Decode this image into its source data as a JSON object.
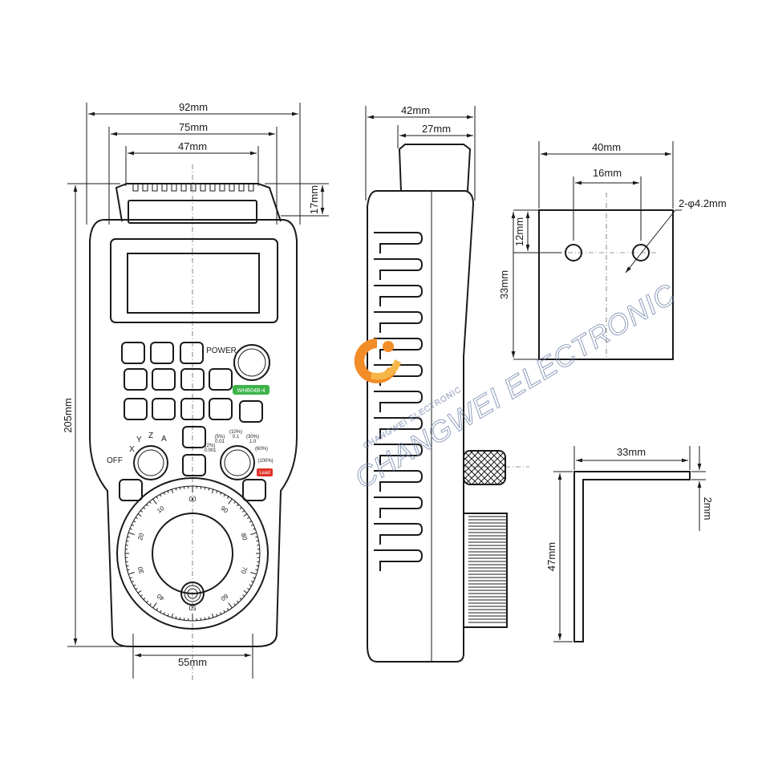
{
  "front_view": {
    "width_overall": "92mm",
    "width_body": "75mm",
    "width_top": "47mm",
    "top_height": "17mm",
    "height": "205mm",
    "wheel_width": "55mm",
    "power_label": "POWER",
    "model_badge": "WHB04B-4",
    "model_badge_color": "#3db34a",
    "axis_labels": [
      "X",
      "Y",
      "Z",
      "A"
    ],
    "off_label": "OFF",
    "step_labels": [
      "(2%)\n0.001",
      "(5%)\n0.01",
      "(10%)\n0.1",
      "(30%)\n1.0",
      "(60%)",
      "(100%)"
    ],
    "lead_badge": "Lead",
    "lead_badge_color": "#e0332b",
    "dial_numbers": [
      "00",
      "10",
      "20",
      "30",
      "40",
      "50",
      "60",
      "70",
      "80",
      "90"
    ]
  },
  "side_view": {
    "depth_overall": "42mm",
    "depth_top": "27mm"
  },
  "bracket_plate": {
    "width": "40mm",
    "hole_spacing": "16mm",
    "hole_spec": "2-φ4.2mm",
    "hole_offset": "12mm",
    "height": "33mm"
  },
  "bracket_profile": {
    "length": "33mm",
    "thickness": "2mm",
    "height": "47mm"
  },
  "watermark": {
    "main": "CHANGWEI ELECTRONIC",
    "sub": "CHANGWEI ELECTRONIC",
    "logo_color_1": "#f28c28",
    "logo_color_2": "#f6b74a"
  }
}
